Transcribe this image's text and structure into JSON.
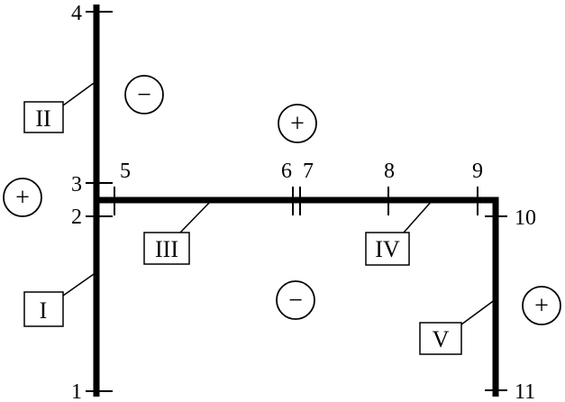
{
  "frame": {
    "point_labels": {
      "p1": "1",
      "p2": "2",
      "p3": "3",
      "p4": "4",
      "p5": "5",
      "p6": "6",
      "p7": "7",
      "p8": "8",
      "p9": "9",
      "p10": "10",
      "p11": "11"
    },
    "members": {
      "m1": "I",
      "m2": "II",
      "m3": "III",
      "m4": "IV",
      "m5": "V"
    },
    "signs": {
      "plus_left": "+",
      "minus_upper": "−",
      "plus_top": "+",
      "minus_lower": "−",
      "plus_right": "+"
    },
    "colors": {
      "stroke": "#000000",
      "background": "#ffffff"
    }
  }
}
